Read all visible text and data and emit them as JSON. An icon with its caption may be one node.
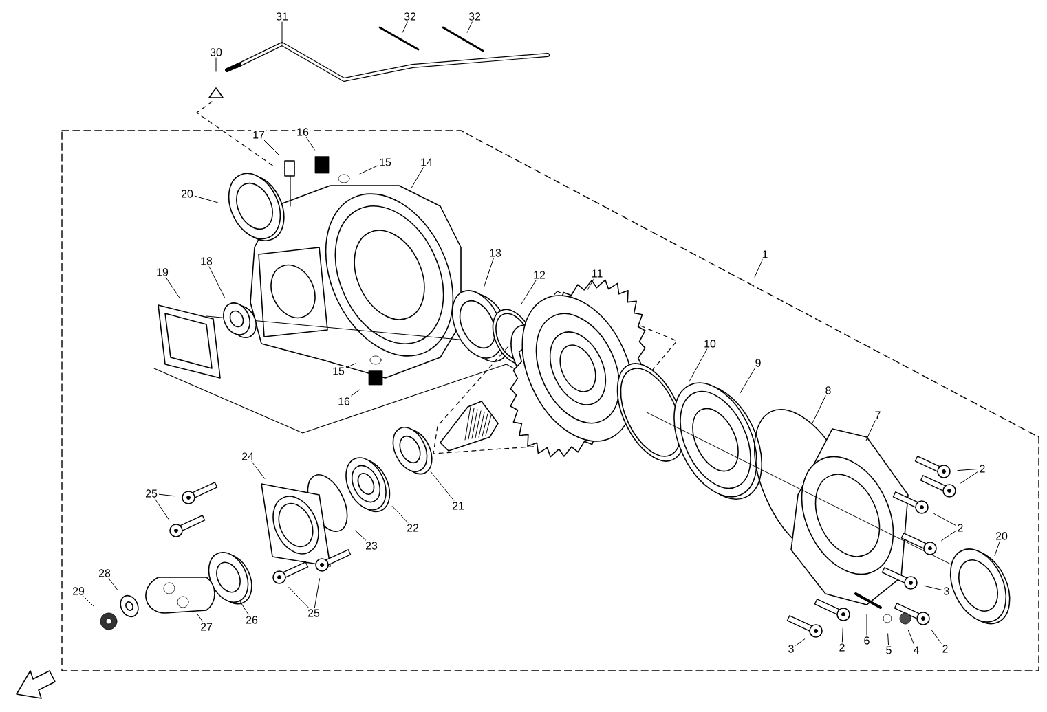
{
  "diagram": {
    "nodes": [
      {
        "text": [
          "31"
        ]
      },
      {
        "text": [
          "30"
        ]
      },
      {
        "text": [
          "32"
        ]
      },
      {
        "text": [
          "32"
        ]
      },
      {
        "text": [
          "17"
        ]
      },
      {
        "text": [
          "16"
        ]
      },
      {
        "text": [
          "15"
        ]
      },
      {
        "text": [
          "14"
        ]
      },
      {
        "text": [
          "20"
        ]
      },
      {
        "text": [
          "19"
        ]
      },
      {
        "text": [
          "18"
        ]
      },
      {
        "text": [
          "13"
        ]
      },
      {
        "text": [
          "12"
        ]
      },
      {
        "text": [
          "11"
        ]
      },
      {
        "text": [
          "1"
        ]
      },
      {
        "text": [
          "15"
        ]
      },
      {
        "text": [
          "16"
        ]
      },
      {
        "text": [
          "10"
        ]
      },
      {
        "text": [
          "9"
        ]
      },
      {
        "text": [
          "8"
        ]
      },
      {
        "text": [
          "7"
        ]
      },
      {
        "text": [
          "2"
        ]
      },
      {
        "text": [
          "24"
        ]
      },
      {
        "text": [
          "21"
        ]
      },
      {
        "text": [
          "22"
        ]
      },
      {
        "text": [
          "25"
        ]
      },
      {
        "text": [
          "2"
        ]
      },
      {
        "text": [
          "20"
        ]
      },
      {
        "text": [
          "23"
        ]
      },
      {
        "text": [
          "3"
        ]
      },
      {
        "text": [
          "28"
        ]
      },
      {
        "text": [
          "29"
        ]
      },
      {
        "text": [
          "27"
        ]
      },
      {
        "text": [
          "26"
        ]
      },
      {
        "text": [
          "25"
        ]
      },
      {
        "text": [
          "2"
        ]
      },
      {
        "text": [
          "3"
        ]
      },
      {
        "text": [
          "2"
        ]
      },
      {
        "text": [
          "6"
        ]
      },
      {
        "text": [
          "5"
        ]
      },
      {
        "text": [
          "4"
        ]
      }
    ],
    "edges": [
      {
        "from": 0,
        "to": null,
        "arrow": "none"
      },
      {
        "from": 1,
        "to": null,
        "arrow": "none"
      },
      {
        "from": 2,
        "to": null,
        "arrow": "none"
      },
      {
        "from": 3,
        "to": null,
        "arrow": "none"
      },
      {
        "from": 4,
        "to": null,
        "arrow": "none"
      },
      {
        "from": 5,
        "to": null,
        "arrow": "none"
      },
      {
        "from": 6,
        "to": null,
        "arrow": "none"
      },
      {
        "from": 7,
        "to": null,
        "arrow": "none"
      },
      {
        "from": 8,
        "to": null,
        "arrow": "none"
      },
      {
        "from": 9,
        "to": null,
        "arrow": "none"
      },
      {
        "from": 10,
        "to": null,
        "arrow": "none"
      },
      {
        "from": 11,
        "to": null,
        "arrow": "none"
      },
      {
        "from": 12,
        "to": null,
        "arrow": "none"
      },
      {
        "from": 13,
        "to": null,
        "arrow": "none"
      },
      {
        "from": 14,
        "to": null,
        "arrow": "none"
      },
      {
        "from": 15,
        "to": null,
        "arrow": "none"
      },
      {
        "from": 16,
        "to": null,
        "arrow": "none"
      },
      {
        "from": 17,
        "to": null,
        "arrow": "none"
      },
      {
        "from": 18,
        "to": null,
        "arrow": "none"
      },
      {
        "from": 19,
        "to": null,
        "arrow": "none"
      },
      {
        "from": 20,
        "to": null,
        "arrow": "none"
      },
      {
        "from": 21,
        "to": null,
        "arrow": "none"
      },
      {
        "from": 21,
        "to": null,
        "arrow": "none"
      },
      {
        "from": 22,
        "to": null,
        "arrow": "none"
      },
      {
        "from": 23,
        "to": null,
        "arrow": "none"
      },
      {
        "from": 24,
        "to": null,
        "arrow": "none"
      },
      {
        "from": 25,
        "to": null,
        "arrow": "none"
      },
      {
        "from": 25,
        "to": null,
        "arrow": "none"
      },
      {
        "from": 26,
        "to": null,
        "arrow": "none"
      },
      {
        "from": 26,
        "to": null,
        "arrow": "none"
      },
      {
        "from": 27,
        "to": null,
        "arrow": "none"
      },
      {
        "from": 28,
        "to": null,
        "arrow": "none"
      },
      {
        "from": 29,
        "to": null,
        "arrow": "none"
      },
      {
        "from": 30,
        "to": null,
        "arrow": "none"
      },
      {
        "from": 31,
        "to": null,
        "arrow": "none"
      },
      {
        "from": 32,
        "to": null,
        "arrow": "none"
      },
      {
        "from": 33,
        "to": null,
        "arrow": "none"
      },
      {
        "from": 34,
        "to": null,
        "arrow": "none"
      },
      {
        "from": 34,
        "to": null,
        "arrow": "none"
      },
      {
        "from": 35,
        "to": null,
        "arrow": "none"
      },
      {
        "from": 36,
        "to": null,
        "arrow": "none"
      },
      {
        "from": 37,
        "to": null,
        "arrow": "none"
      },
      {
        "from": 38,
        "to": null,
        "arrow": "none"
      },
      {
        "from": 39,
        "to": null,
        "arrow": "none"
      },
      {
        "from": 40,
        "to": null,
        "arrow": "none"
      }
    ]
  }
}
